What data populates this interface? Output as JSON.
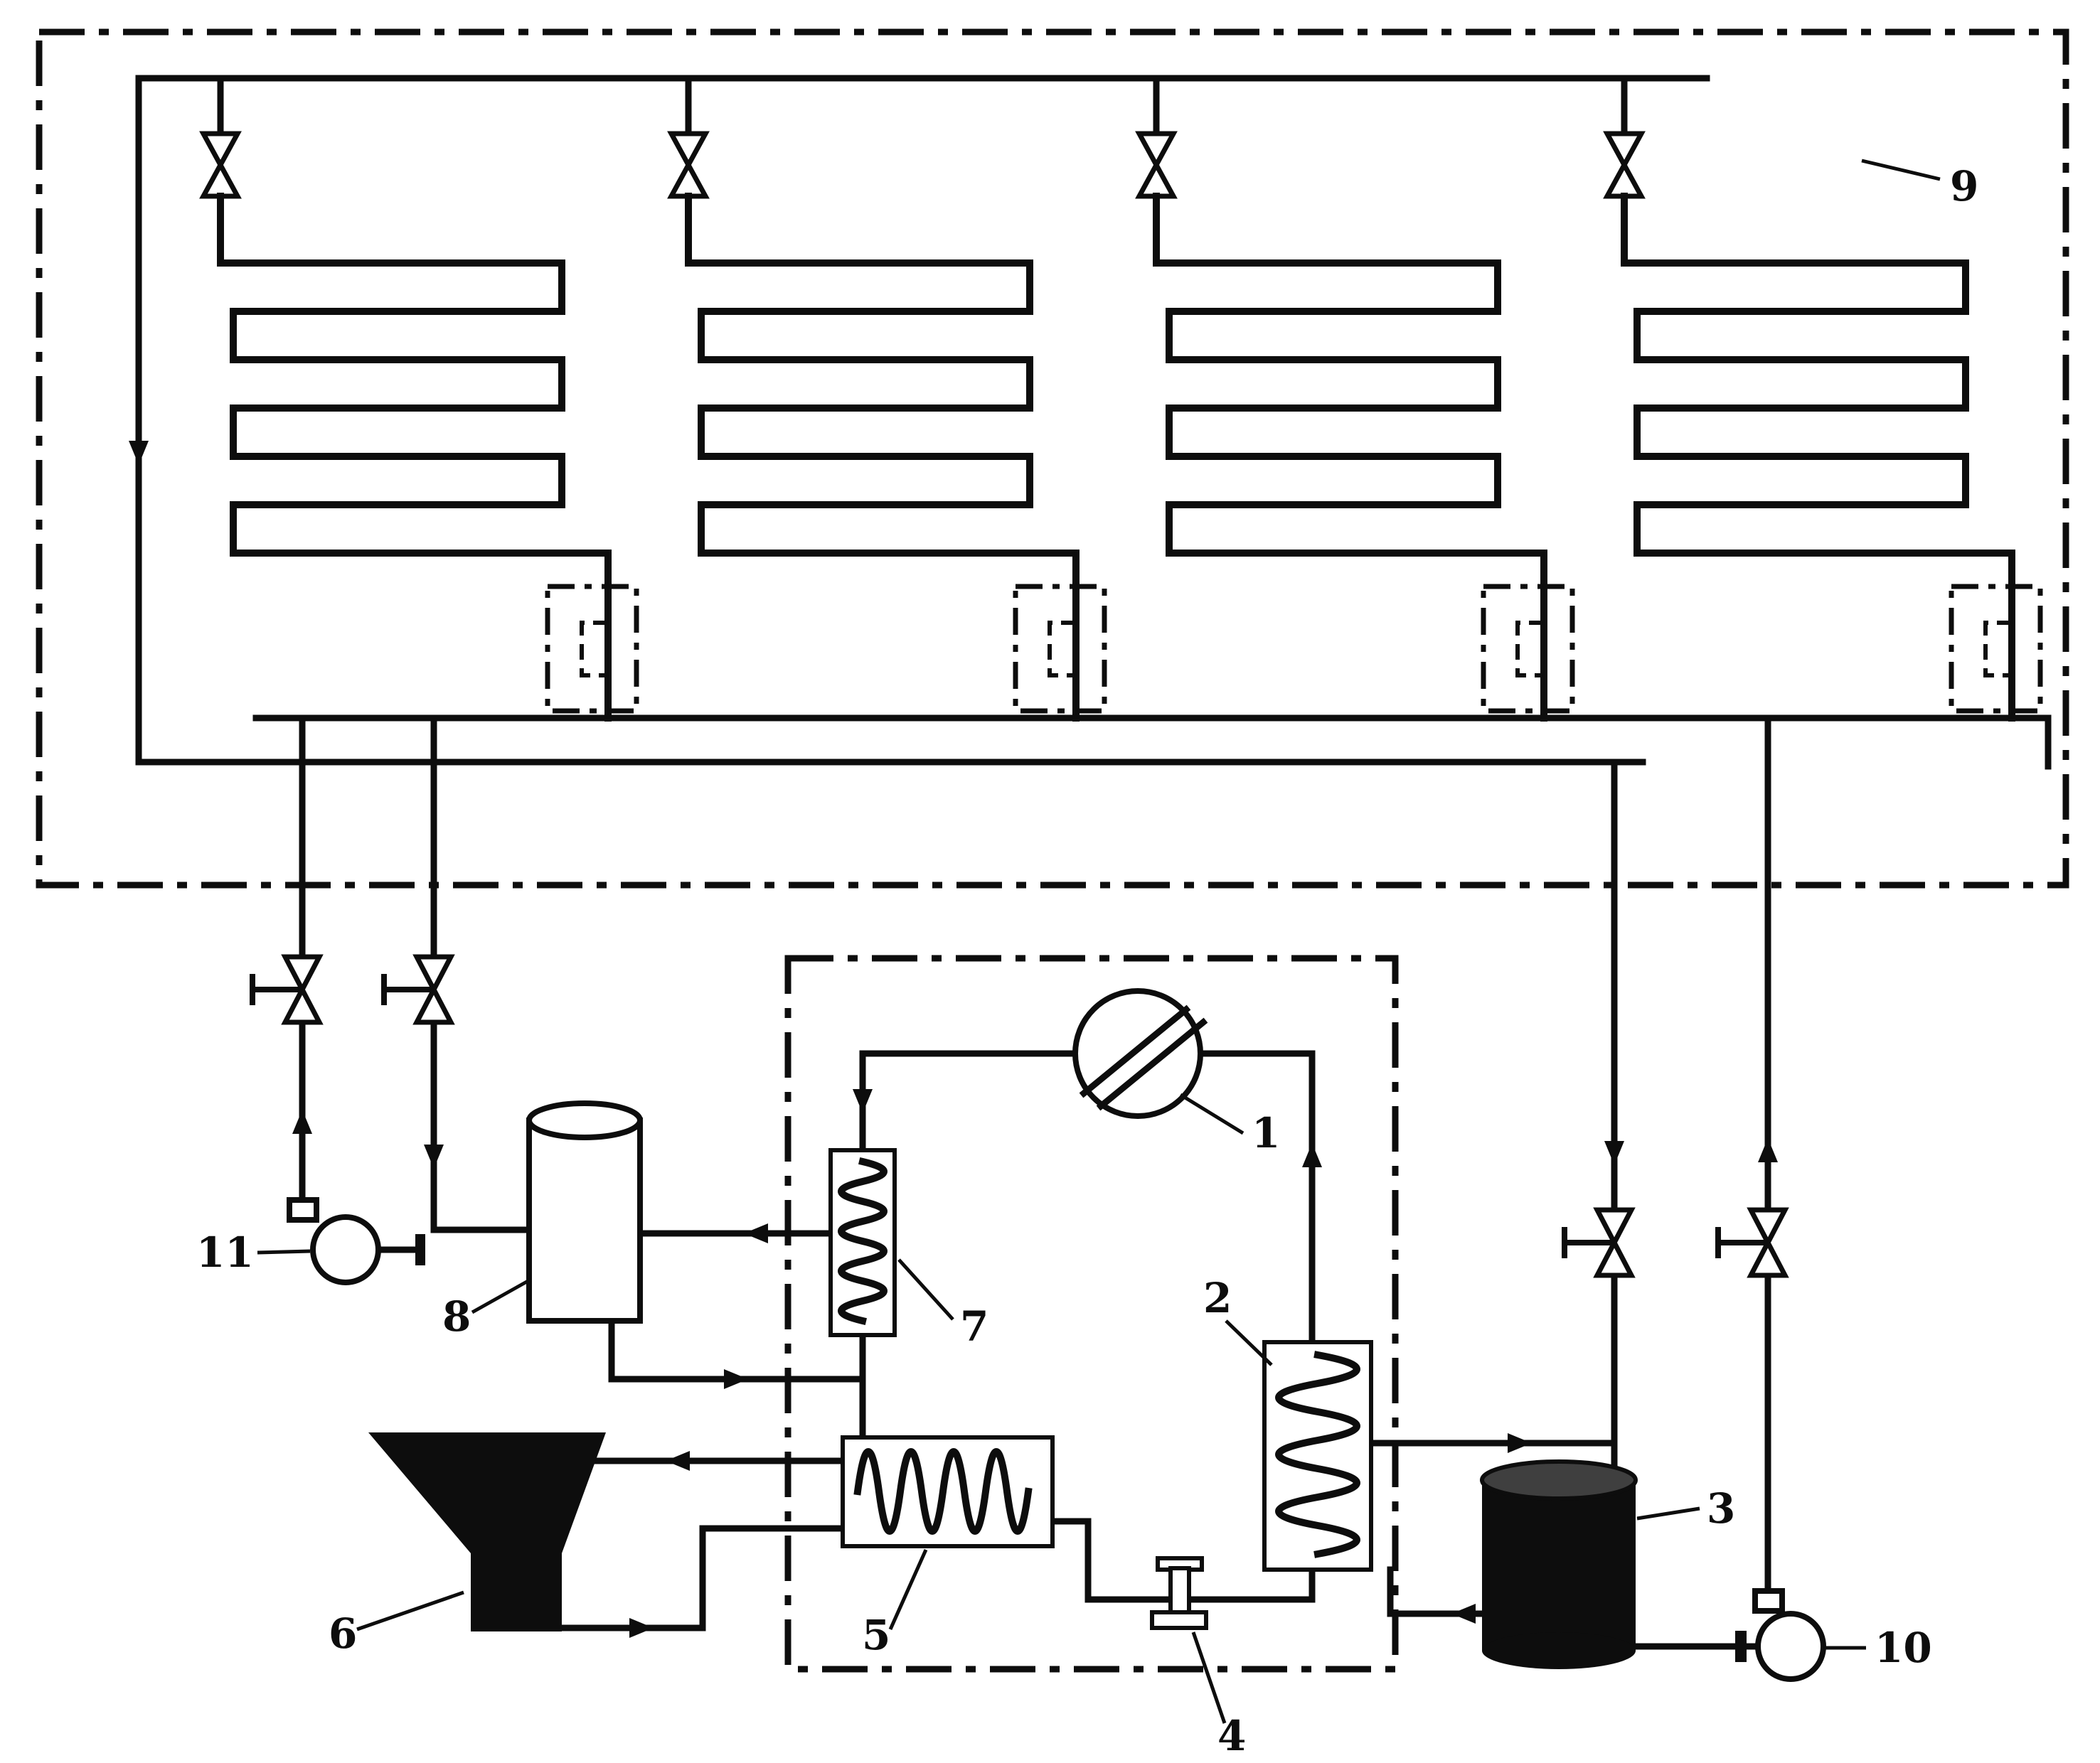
{
  "diagram": {
    "type": "refrigeration-system-schematic",
    "colors": {
      "line": "#0d0d0d",
      "background": "#ffffff",
      "tank_cap": "#3f3f3f"
    },
    "labels": {
      "compressor": "1",
      "condenser_hx": "2",
      "receiver_tank": "3",
      "expansion_valve": "4",
      "coil_hx": "5",
      "cooling_funnel": "6",
      "plate_hx": "7",
      "separator_vessel": "8",
      "evaporator_section": "9",
      "pump_right": "10",
      "pump_left": "11"
    }
  }
}
